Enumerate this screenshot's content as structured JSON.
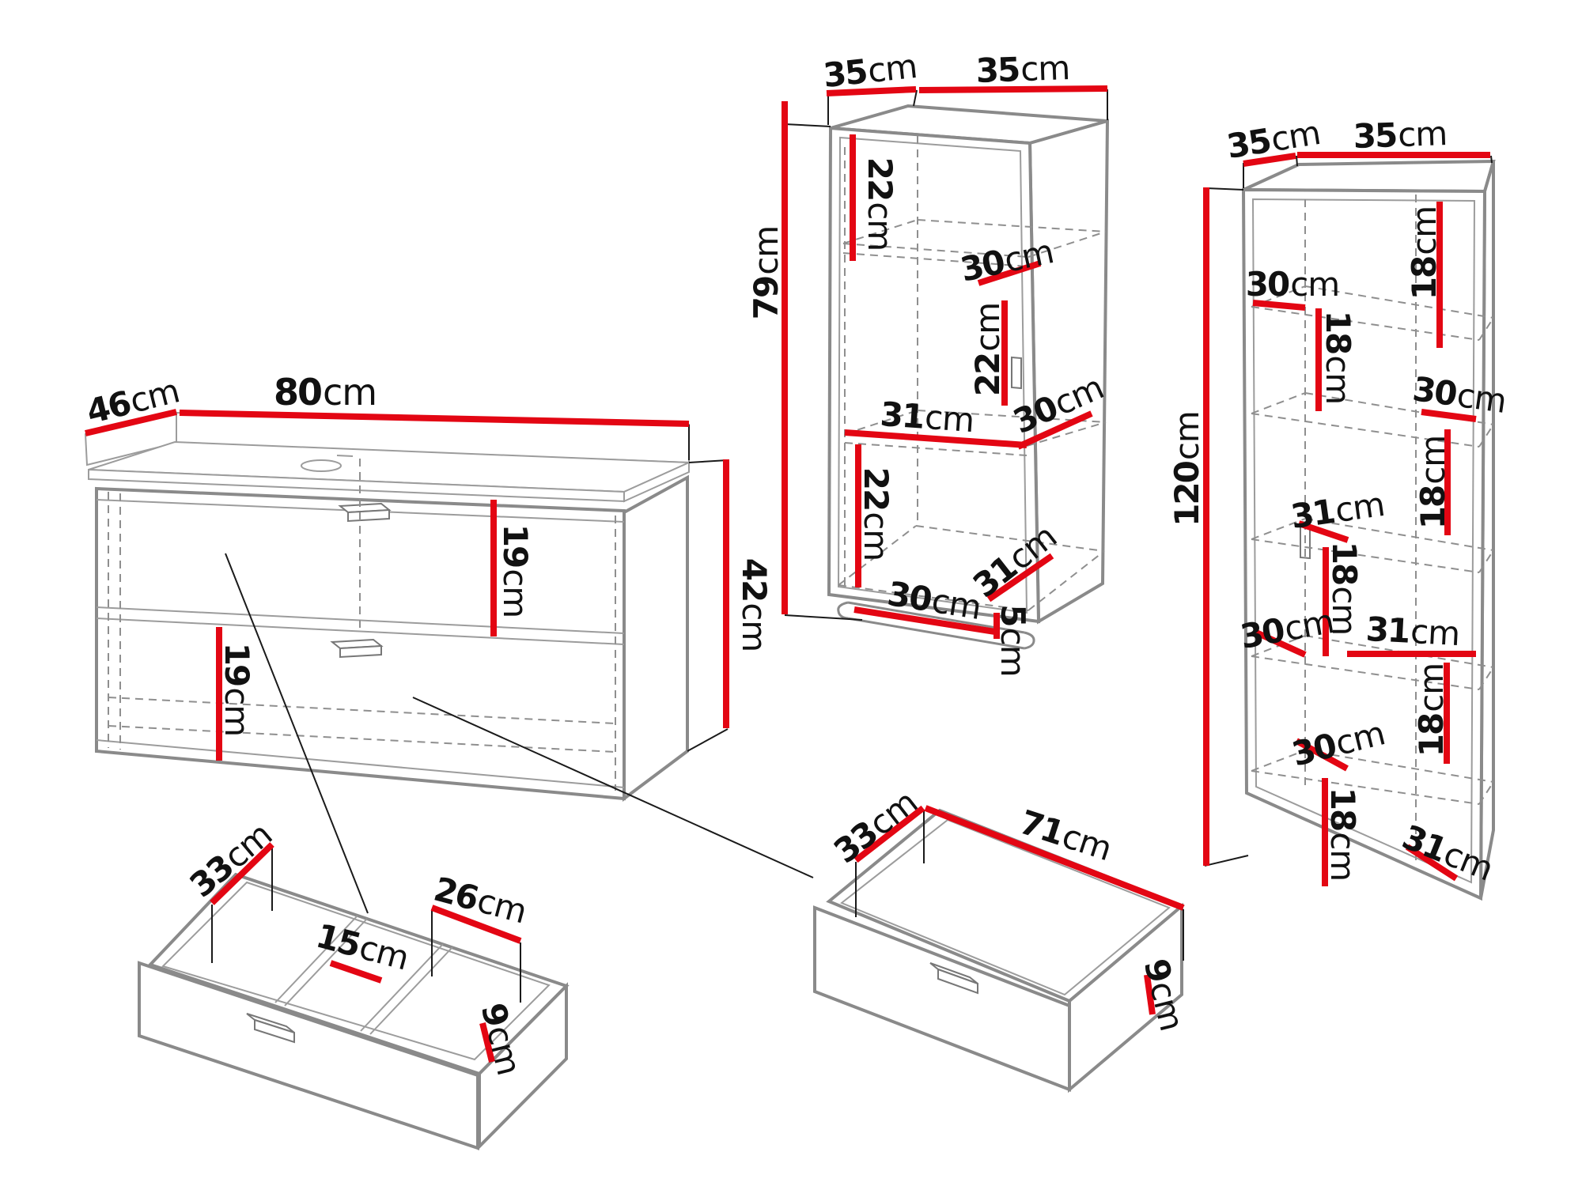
{
  "unit": "cm",
  "colors": {
    "dimension_red": "#e30613",
    "structure_gray": "#8a8a8a",
    "text_black": "#111111",
    "background": "#ffffff"
  },
  "pieces": {
    "vanity": {
      "labels": {
        "depth": "46",
        "width": "80",
        "drawer1_height": "19",
        "drawer2_height": "19",
        "body_height": "42"
      }
    },
    "wall_cabinet": {
      "labels": {
        "depth": "35",
        "width": "35",
        "height": "79",
        "top_section": "22",
        "shelf1_depth": "30",
        "middle_section": "22",
        "shelf2_width": "31",
        "shelf2_depth": "30",
        "bottom_section": "22",
        "bottom_depth": "31",
        "bottom_width": "30",
        "rail_gap": "5"
      }
    },
    "tall_cabinet": {
      "labels": {
        "depth": "35",
        "width": "35",
        "height": "120",
        "section1": "18",
        "shelf1_depth": "30",
        "section2": "18",
        "shelf2_depth": "30",
        "section3": "18",
        "shelf3_width": "31",
        "section4": "18",
        "shelf4_depth": "30",
        "shelf4_width": "31",
        "section5": "18",
        "shelf5_depth": "30",
        "section6": "18",
        "bottom_width": "31"
      }
    },
    "divided_drawer": {
      "labels": {
        "left_compartment_width": "33",
        "center_compartment_width": "15",
        "right_compartment_width": "26",
        "height": "9"
      }
    },
    "wide_drawer": {
      "labels": {
        "depth": "33",
        "width": "71",
        "height": "9"
      }
    }
  }
}
